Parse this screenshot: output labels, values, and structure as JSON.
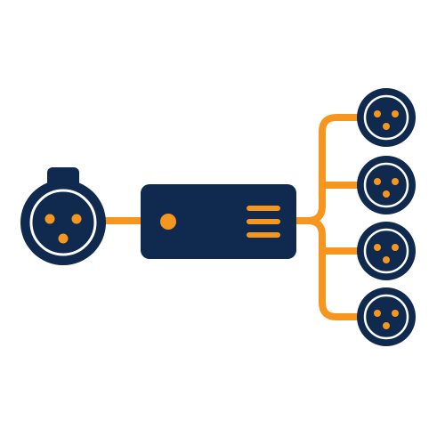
{
  "diagram": {
    "description_icon": "xlr-audio-splitter-icon",
    "colors": {
      "navy": "#0f2a4e",
      "orange": "#f6961e",
      "white": "#ffffff",
      "background": "#ffffff"
    },
    "input_connector": {
      "icon": "xlr-female-input-connector-icon",
      "pins": 3
    },
    "splitter_box": {
      "icon": "splitter-box-icon",
      "indicator": "power-led-icon",
      "vent": "vent-lines-icon",
      "vent_lines": 3
    },
    "outputs": [
      {
        "icon": "xlr-output-connector-icon",
        "pins": 3
      },
      {
        "icon": "xlr-output-connector-icon",
        "pins": 3
      },
      {
        "icon": "xlr-output-connector-icon",
        "pins": 3
      },
      {
        "icon": "xlr-output-connector-icon",
        "pins": 3
      }
    ]
  }
}
